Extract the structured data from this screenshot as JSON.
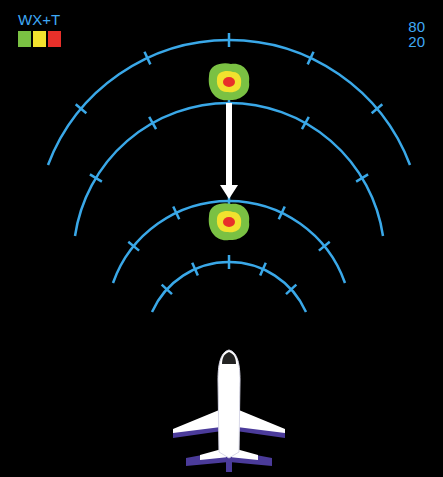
{
  "diagram": {
    "labels": [
      "WX+T",
      "80",
      "20"
    ]
  }
}
